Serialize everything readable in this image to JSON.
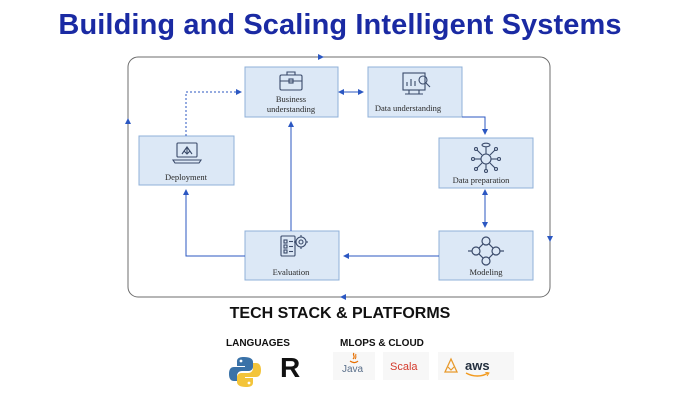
{
  "title": "Building and Scaling Intelligent Systems",
  "nodes": {
    "business": [
      "Business",
      "understanding"
    ],
    "data_understanding": "Data understanding",
    "data_preparation": "Data preparation",
    "modeling": "Modeling",
    "evaluation": "Evaluation",
    "deployment": "Deployment"
  },
  "tech_stack": {
    "heading": "TECH STACK & PLATFORMS",
    "languages_label": "LANGUAGES",
    "mlops_label": "MLOPS & CLOUD",
    "r_logo": "R",
    "java_logo": "Java",
    "scala_logo": "Scala",
    "aws_logo": "aws"
  },
  "colors": {
    "title": "#1a2aa3",
    "node_fill": "#dce8f6",
    "node_border": "#8fb0d8",
    "arrow": "#2b57c2",
    "icon": "#3a4a6a"
  }
}
